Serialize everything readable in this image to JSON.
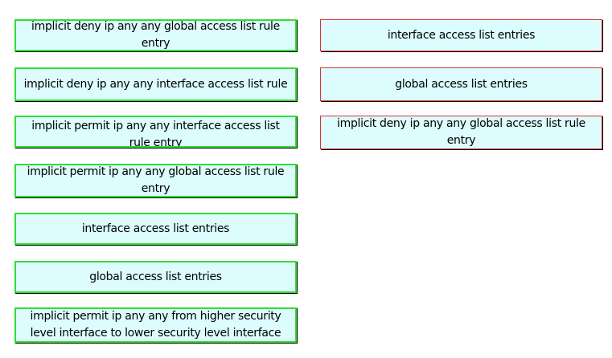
{
  "source_items": [
    {
      "label": "implicit deny ip any any global access list rule entry"
    },
    {
      "label": "implicit deny ip any any interface access list rule"
    },
    {
      "label": "implicit permit ip any any interface access list rule entry"
    },
    {
      "label": "implicit permit ip any any global access list rule entry"
    },
    {
      "label": "interface access list entries"
    },
    {
      "label": "global access list entries"
    },
    {
      "label": "implicit permit ip any any from higher security level interface to lower security level interface"
    }
  ],
  "target_items": [
    {
      "label": "interface access list entries"
    },
    {
      "label": "global access list entries"
    },
    {
      "label": "implicit deny ip any any global access list rule entry"
    }
  ],
  "colors": {
    "source_border": "#33dd33",
    "target_border": "#e03030",
    "box_background": "#dcfcfd"
  }
}
